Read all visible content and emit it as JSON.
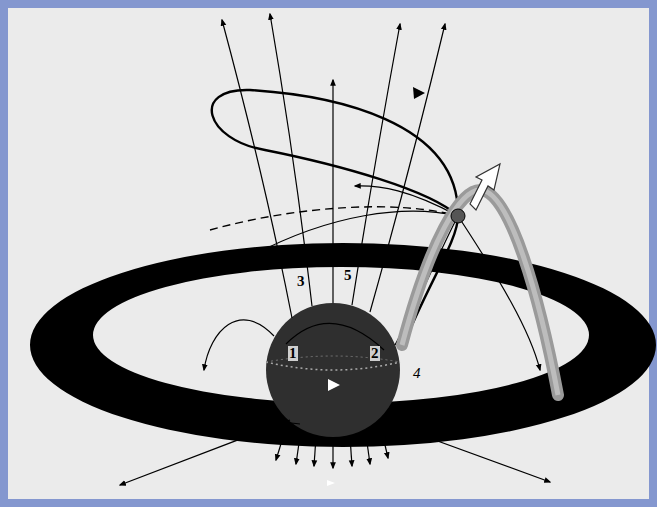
{
  "diagram": {
    "labels": [
      "3",
      "5",
      "1",
      "2",
      "4"
    ]
  }
}
